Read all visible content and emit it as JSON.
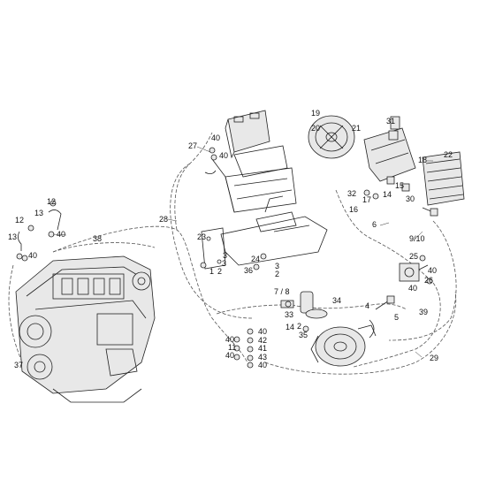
{
  "diagram": {
    "callouts": [
      "19",
      "20",
      "21",
      "31",
      "27",
      "40",
      "40",
      "22",
      "18",
      "12",
      "13",
      "12",
      "40",
      "13",
      "40",
      "38",
      "28",
      "23",
      "24",
      "36",
      "1",
      "2",
      "3",
      "2",
      "3",
      "6",
      "32",
      "17",
      "16",
      "14",
      "15",
      "30",
      "9/10",
      "25",
      "40",
      "26",
      "40",
      "7 / 8",
      "34",
      "33",
      "2",
      "14",
      "35",
      "4",
      "5",
      "39",
      "40",
      "40",
      "42",
      "41",
      "11",
      "43",
      "40",
      "40",
      "37",
      "29",
      "3"
    ]
  }
}
